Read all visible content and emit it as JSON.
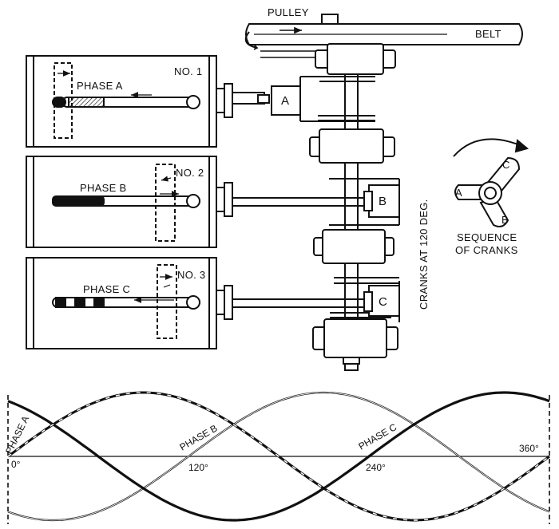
{
  "labels": {
    "pulley": "PULLEY",
    "belt": "BELT",
    "no1": "NO. 1",
    "no2": "NO. 2",
    "no3": "NO. 3",
    "phase_a": "PHASE A",
    "phase_b": "PHASE B",
    "phase_c": "PHASE C",
    "crank_a": "A",
    "crank_b": "B",
    "crank_c": "C",
    "cranks_angle": "CRANKS AT 120 DEG.",
    "sequence_line1": "SEQUENCE",
    "sequence_line2": "OF CRANKS",
    "seq_a": "A",
    "seq_b": "B",
    "seq_c": "C"
  },
  "waves": {
    "phase_a_label": "PHASE A",
    "phase_b_label": "PHASE B",
    "phase_c_label": "PHASE C",
    "ticks": [
      "0°",
      "120°",
      "240°",
      "360°"
    ]
  },
  "colors": {
    "ink": "#111111",
    "paper": "#ffffff"
  }
}
